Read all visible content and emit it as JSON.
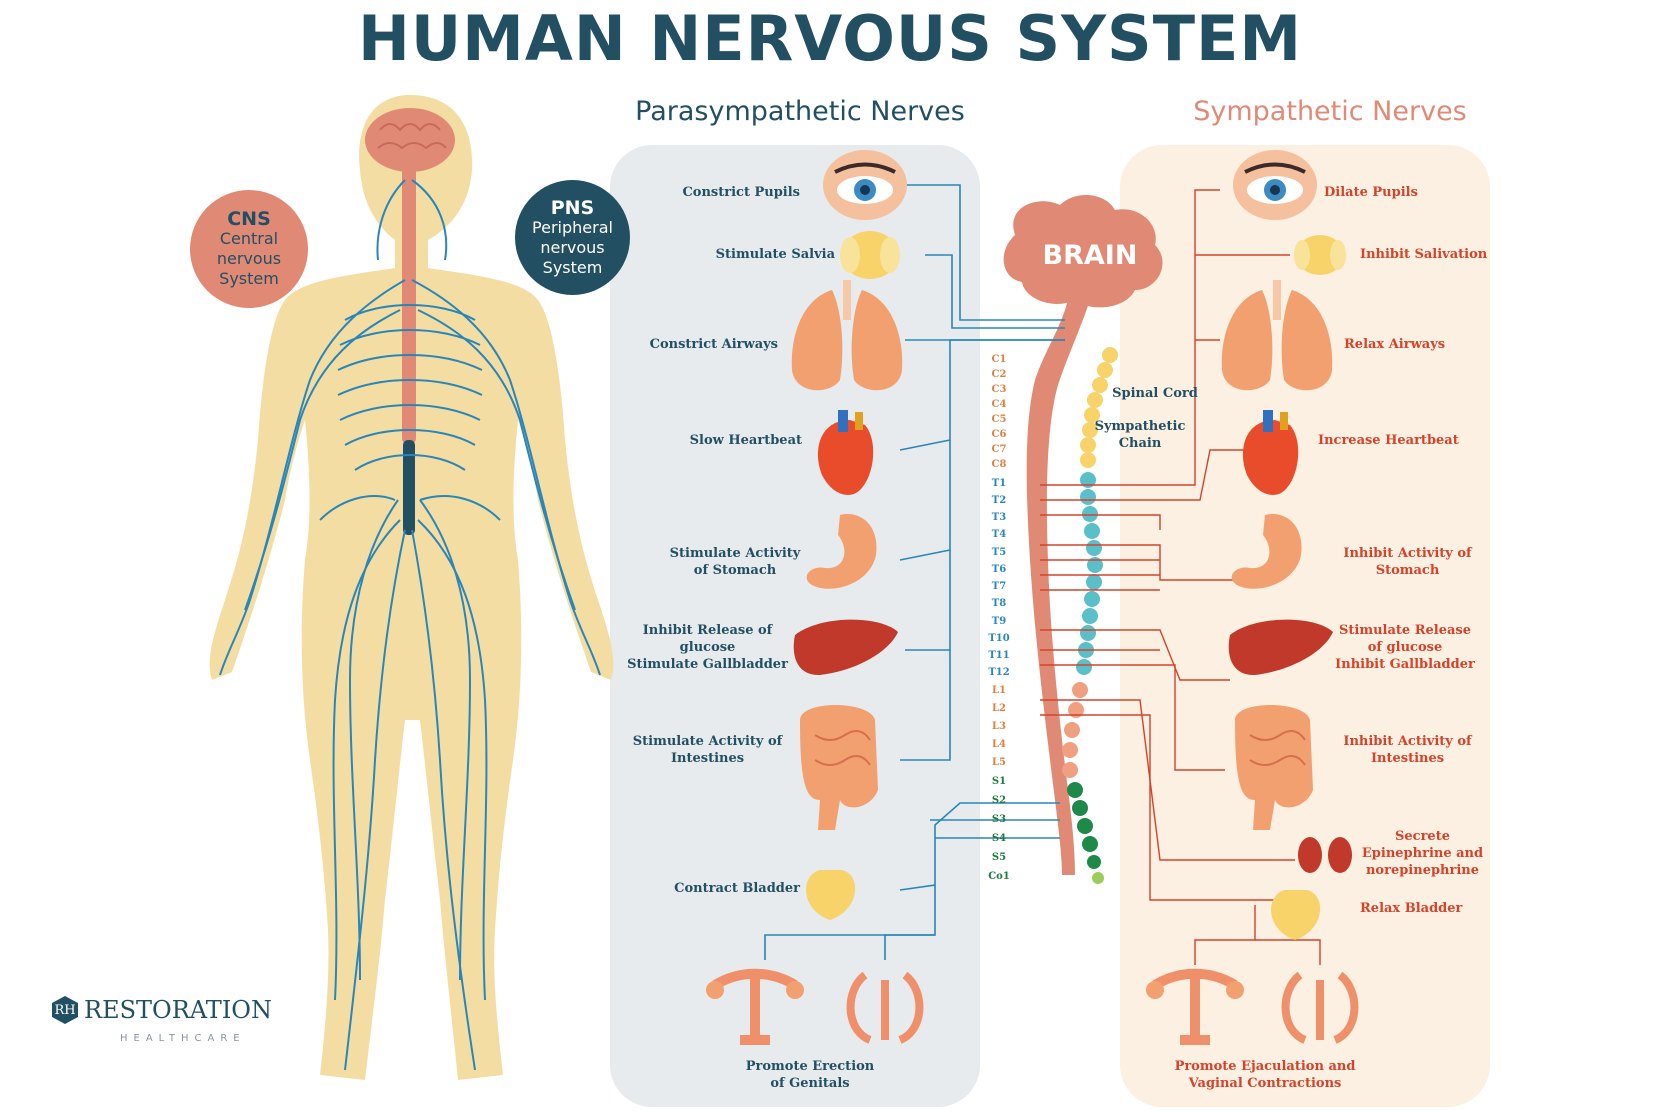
{
  "title": "HUMAN NERVOUS SYSTEM",
  "headers": {
    "parasympathetic": "Parasympathetic Nerves",
    "sympathetic": "Sympathetic Nerves"
  },
  "cns": {
    "abbr": "CNS",
    "line1": "Central",
    "line2": "nervous",
    "line3": "System"
  },
  "pns": {
    "abbr": "PNS",
    "line1": "Peripheral",
    "line2": "nervous",
    "line3": "System"
  },
  "brain": "BRAIN",
  "spinal_cord": "Spinal Cord",
  "sympathetic_chain": {
    "line1": "Sympathetic",
    "line2": "Chain"
  },
  "vertebrae": {
    "cervical": [
      "C1",
      "C2",
      "C3",
      "C4",
      "C5",
      "C6",
      "C7",
      "C8"
    ],
    "thoracic": [
      "T1",
      "T2",
      "T3",
      "T4",
      "T5",
      "T6",
      "T7",
      "T8",
      "T9",
      "T10",
      "T11",
      "T12"
    ],
    "lumbar": [
      "L1",
      "L2",
      "L3",
      "L4",
      "L5"
    ],
    "sacral": [
      "S1",
      "S2",
      "S3",
      "S4",
      "S5",
      "Co1"
    ]
  },
  "parasympathetic": {
    "pupils": "Constrict Pupils",
    "salvia": "Stimulate Salvia",
    "airways": "Constrict Airways",
    "heart": "Slow Heartbeat",
    "stomach": {
      "line1": "Stimulate Activity",
      "line2": "of Stomach"
    },
    "glucose": {
      "line1": "Inhibit Release of",
      "line2": "glucose",
      "line3": "Stimulate Gallbladder"
    },
    "intestines": {
      "line1": "Stimulate Activity of",
      "line2": "Intestines"
    },
    "bladder": "Contract Bladder",
    "genitals": {
      "line1": "Promote Erection",
      "line2": "of Genitals"
    }
  },
  "sympathetic": {
    "pupils": "Dilate Pupils",
    "salivation": "Inhibit Salivation",
    "airways": "Relax Airways",
    "heart": "Increase Heartbeat",
    "stomach": {
      "line1": "Inhibit Activity of",
      "line2": "Stomach"
    },
    "glucose": {
      "line1": "Stimulate Release",
      "line2": "of glucose",
      "line3": "Inhibit Gallbladder"
    },
    "intestines": {
      "line1": "Inhibit Activity of",
      "line2": "Intestines"
    },
    "adrenal": {
      "line1": "Secrete",
      "line2": "Epinephrine and",
      "line3": "norepinephrine"
    },
    "bladder": "Relax Bladder",
    "genitals": {
      "line1": "Promote Ejaculation and",
      "line2": "Vaginal Contractions"
    }
  },
  "logo": {
    "badge": "RH",
    "name": "RESTORATION",
    "sub": "HEALTHCARE"
  },
  "colors": {
    "title": "#234f63",
    "para": "#234f63",
    "symp": "#d4432b",
    "para_panel": "#e7ebee",
    "symp_panel": "#fbf0e1",
    "nerve": "#2a86b8",
    "body": "#f4dda3",
    "cns": "#e08a76",
    "pns": "#234f63"
  }
}
